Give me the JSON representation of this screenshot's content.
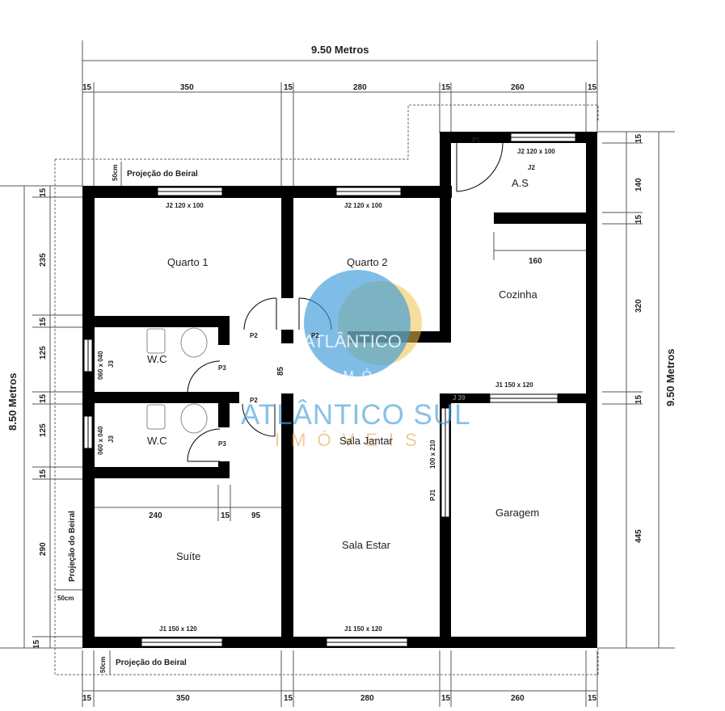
{
  "dimensions": {
    "total_width": "9.50 Metros",
    "left_height": "8.50 Metros",
    "right_height": "9.50 Metros",
    "top": [
      "15",
      "350",
      "15",
      "280",
      "15",
      "260",
      "15"
    ],
    "bottom": [
      "15",
      "350",
      "15",
      "280",
      "15",
      "260",
      "15"
    ],
    "left": [
      "15",
      "235",
      "15",
      "125",
      "15",
      "125",
      "15",
      "290",
      "15"
    ],
    "right": [
      "15",
      "140",
      "15",
      "320",
      "15",
      "445"
    ],
    "inner": {
      "w160": "160",
      "w240": "240",
      "w15": "15",
      "w95": "95",
      "h85": "85"
    }
  },
  "rooms": {
    "quarto1": "Quarto 1",
    "quarto2": "Quarto 2",
    "wc1": "W.C",
    "wc2": "W.C",
    "suite": "Suíte",
    "sala_jantar": "Sala Jantar",
    "sala_estar": "Sala Estar",
    "cozinha": "Cozinha",
    "as": "A.S",
    "garagem": "Garagem"
  },
  "openings": {
    "j2_q1": "J2    120 x 100",
    "j2_q2": "J2    120 x 100",
    "j2_as": "J2    120 x 100",
    "j2_as_tag": "J2",
    "j1_suite": "J1    150 x 120",
    "j1_estar": "J1    150 x 120",
    "j1_cozinha": "J1    150 x 120",
    "j3_a_size": "060 x 040",
    "j3_a": "J3",
    "j3_b_size": "060 x 040",
    "j3_b": "J3",
    "pj1_size": "100 x 210",
    "pj1": "PJ1",
    "p1": "P1",
    "p2_q1": "P2",
    "p2_q2": "P2",
    "p2_suite": "P2",
    "p3_a": "P3",
    "p3_b": "P3",
    "j3_partial": "J 39"
  },
  "eaves": {
    "top": "Projeção do Beiral",
    "bottom": "Projeção do Beiral",
    "left": "Projeção do Beiral",
    "cm_top": "50cm",
    "cm_bottom": "50cm",
    "cm_left": "50cm"
  },
  "watermark": {
    "name": "ATLÂNTICO SUL",
    "sub": "IMÓVEIS",
    "logo_text": "ATLÂNTICO",
    "logo_sub": "IMÓ"
  },
  "colors": {
    "wall": "#000000",
    "line": "#555555",
    "logo_blue": "#3a9ad9",
    "logo_gold": "#f3c34a"
  }
}
